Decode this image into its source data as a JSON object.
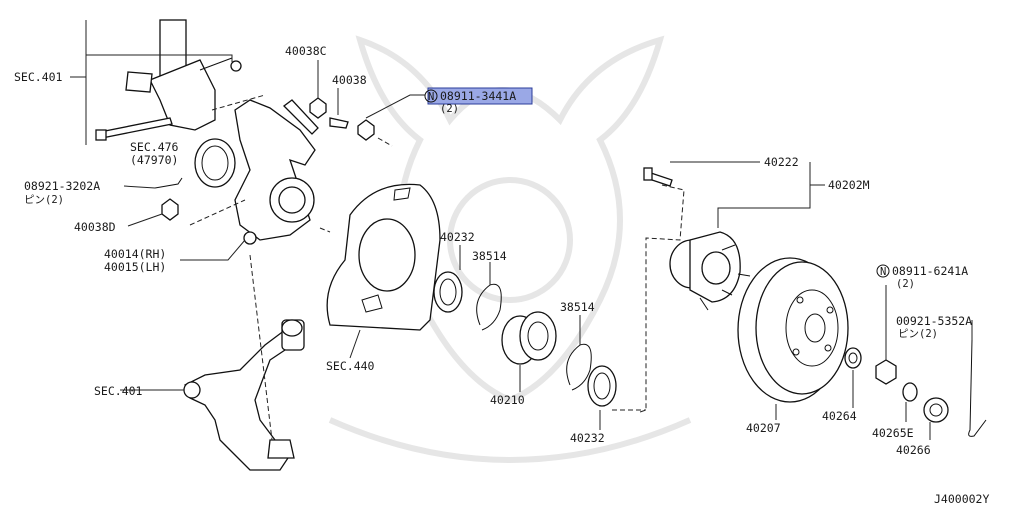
{
  "labels": {
    "sec401_top": "SEC.401",
    "p40038c": "40038C",
    "p40038": "40038",
    "p08911_3441a": "08911-3441A",
    "p08911_3441a_qty": "(2)",
    "sec476": "SEC.476",
    "p47970": "(47970)",
    "p08921_3202a": "08921-3202A",
    "pin2_a": "ピン(2)",
    "p40038d": "40038D",
    "p40014": "40014(RH)",
    "p40015": "40015(LH)",
    "sec401_bottom": "SEC.401",
    "p40232_a": "40232",
    "p38514_a": "38514",
    "sec440": "SEC.440",
    "p38514_b": "38514",
    "p40210": "40210",
    "p40232_b": "40232",
    "p40222": "40222",
    "p40202m": "40202M",
    "p08911_6241a": "08911-6241A",
    "p08911_6241a_qty": "(2)",
    "p00921_5352a": "00921-5352A",
    "pin2_b": "ピン(2)",
    "p40207": "40207",
    "p40264": "40264",
    "p40265e": "40265E",
    "p40266": "40266",
    "diagram_code": "J400002Y"
  },
  "markers": {
    "n1": "N",
    "n2": "N"
  },
  "colors": {
    "highlight": "#9aa8e6",
    "line": "#222222"
  }
}
